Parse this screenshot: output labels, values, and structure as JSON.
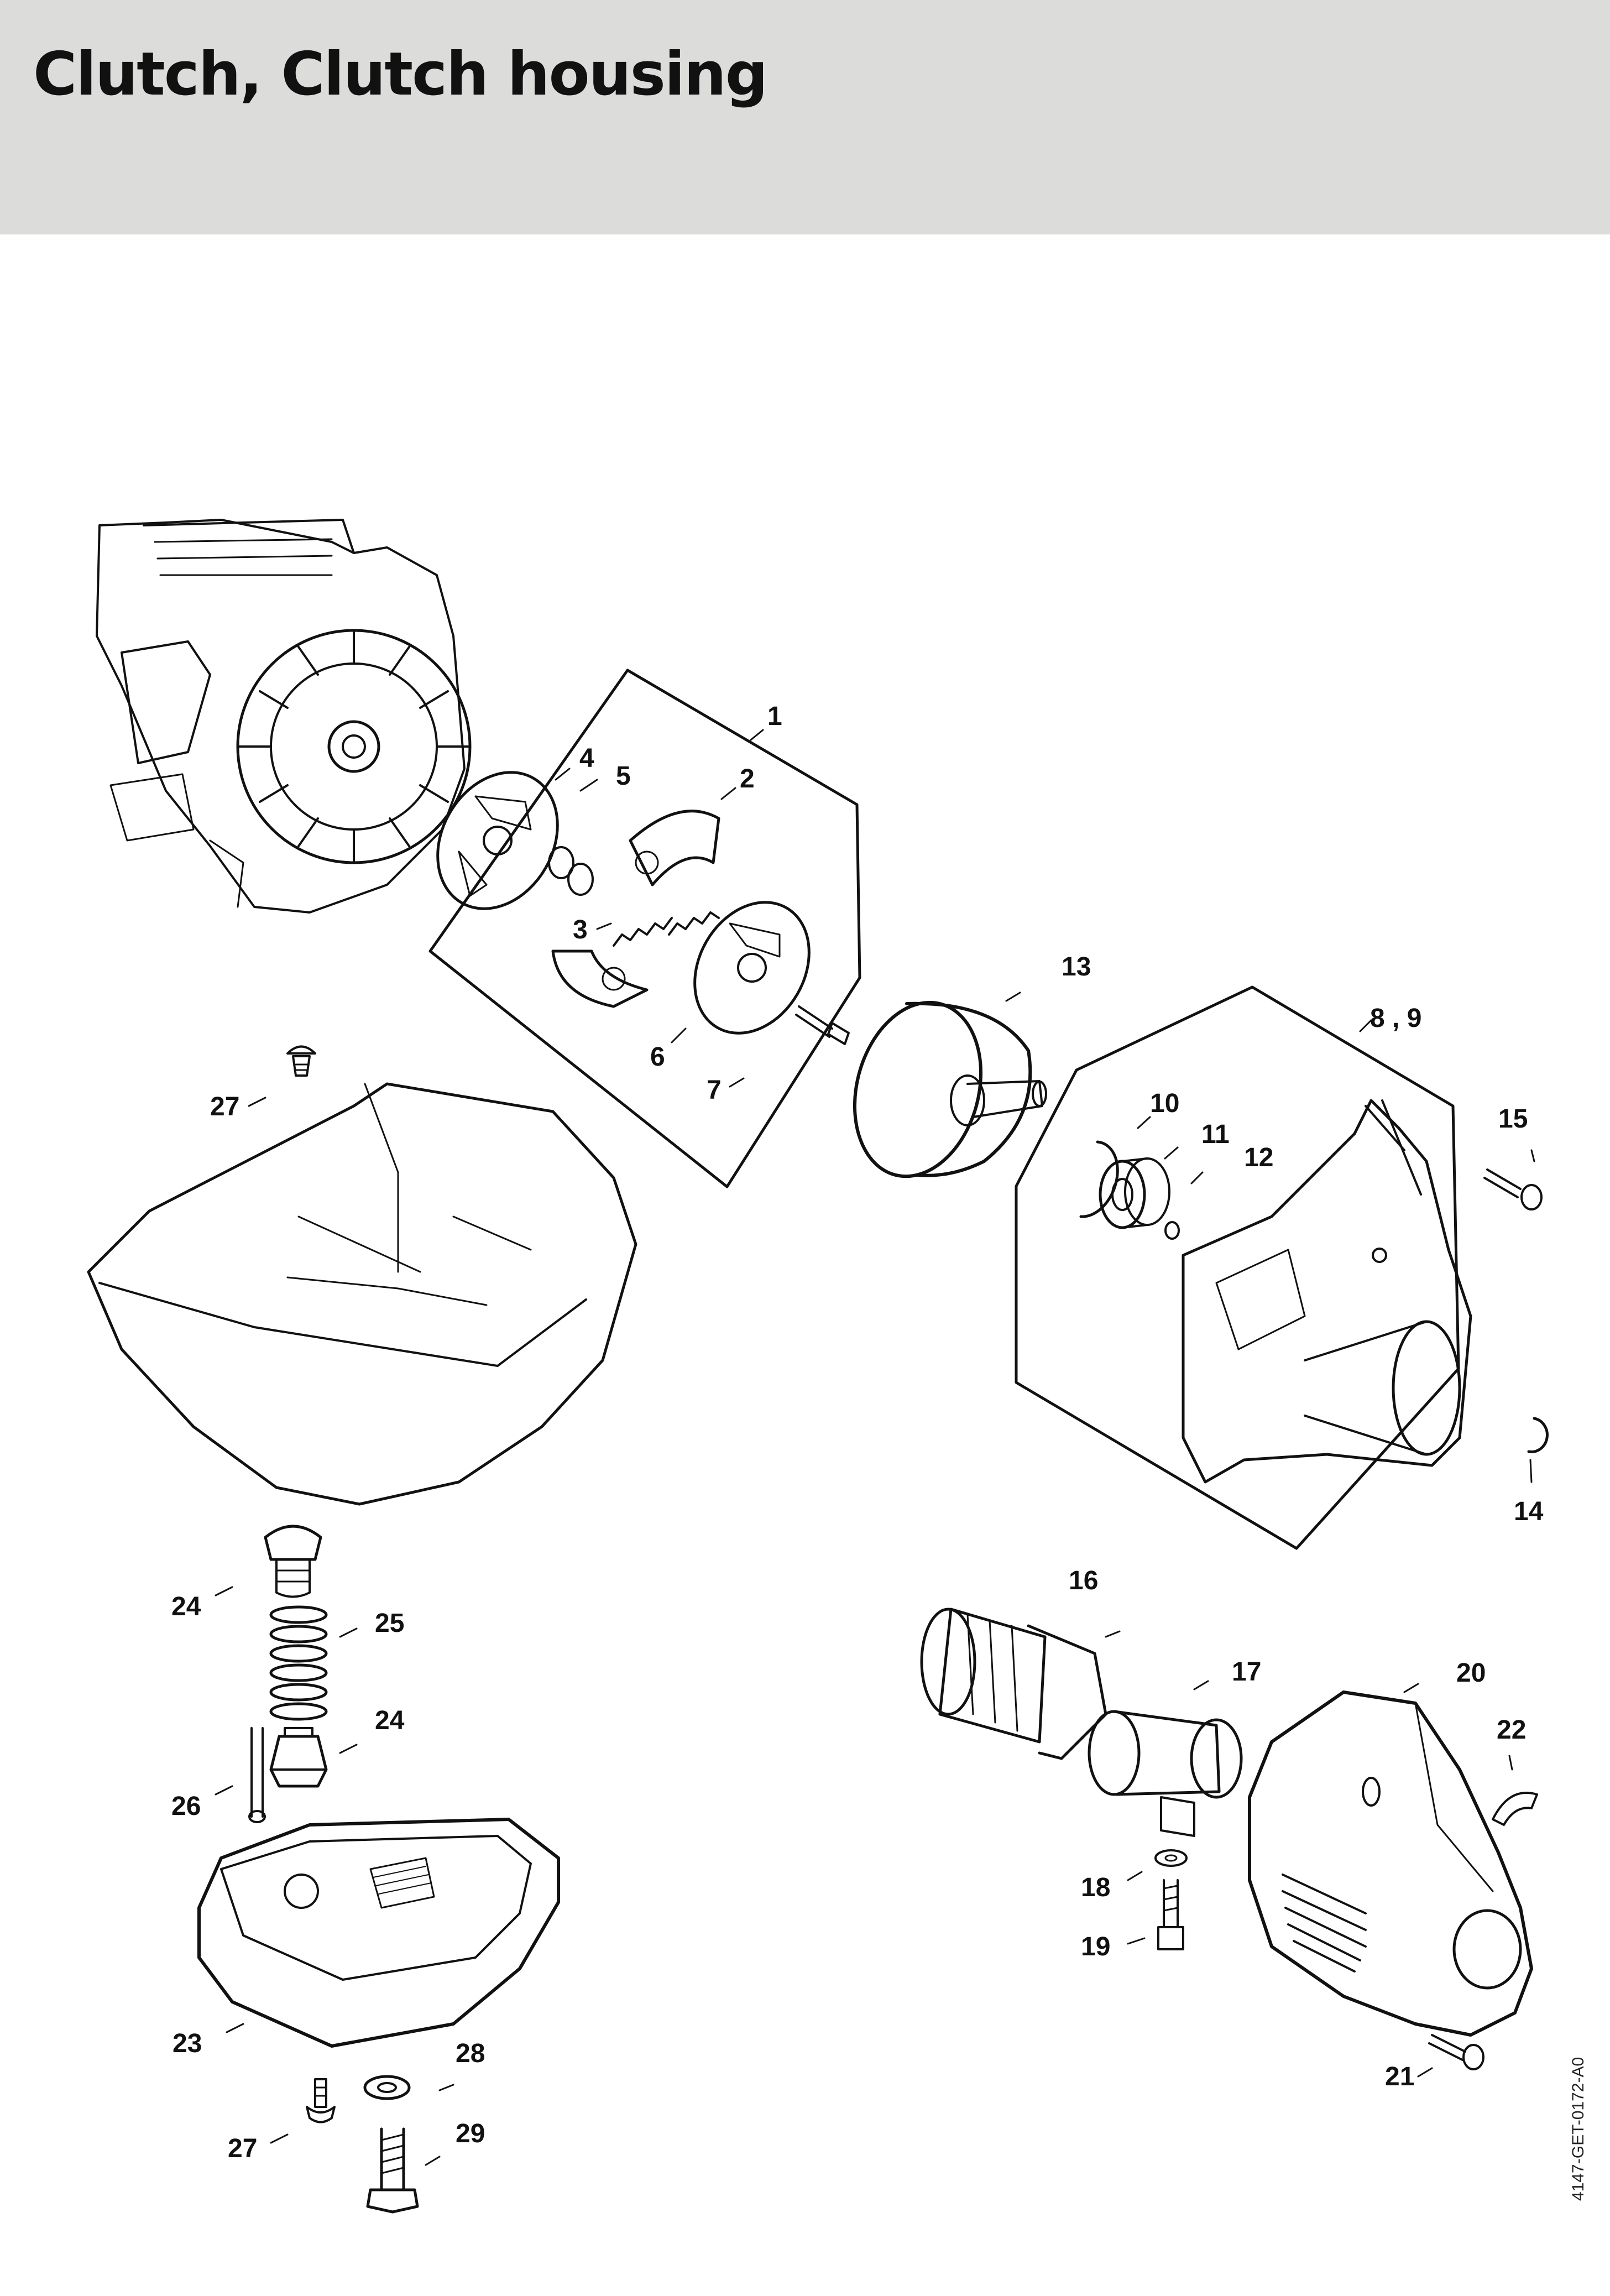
{
  "header": {
    "title": "Clutch, Clutch housing",
    "background": "#dcdddb"
  },
  "diagram": {
    "line_color": "#111111",
    "callouts": [
      "1",
      "2",
      "3",
      "4",
      "5",
      "6",
      "7",
      "8 , 9",
      "10",
      "11",
      "12",
      "13",
      "14",
      "15",
      "16",
      "17",
      "18",
      "19",
      "20",
      "21",
      "22",
      "23",
      "24",
      "24",
      "25",
      "26",
      "27",
      "27",
      "28",
      "29"
    ],
    "reference_code": "4147-GET-0172-A0"
  }
}
